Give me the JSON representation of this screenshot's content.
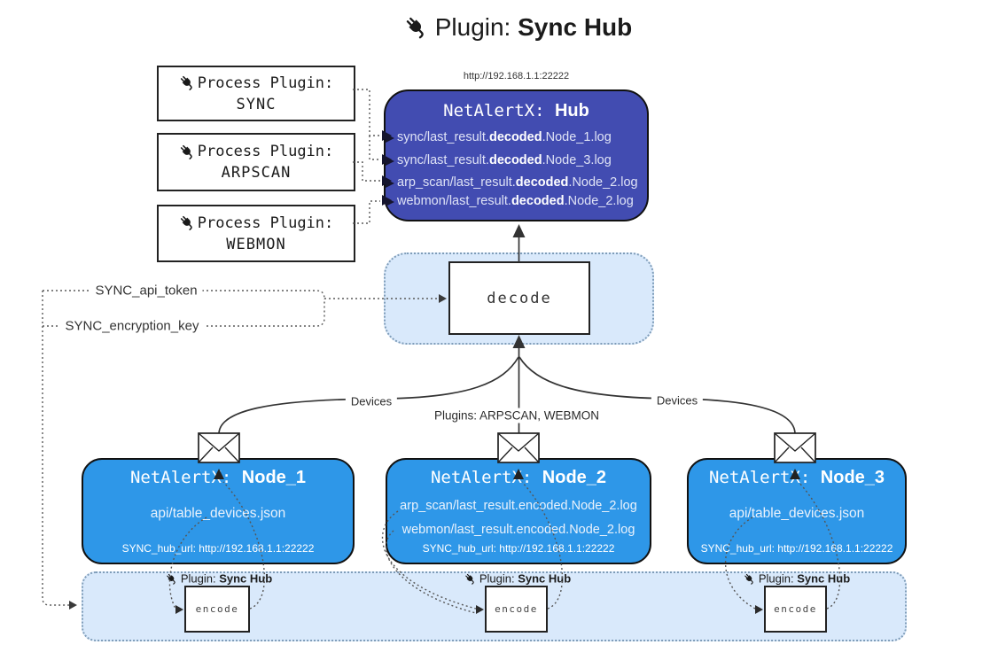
{
  "title": {
    "icon": "plug-icon",
    "prefix": "Plugin: ",
    "name": "Sync Hub"
  },
  "process_plugins": [
    {
      "label": "Process Plugin:",
      "name": "SYNC"
    },
    {
      "label": "Process Plugin:",
      "name": "ARPSCAN"
    },
    {
      "label": "Process Plugin:",
      "name": "WEBMON"
    }
  ],
  "hub": {
    "url": "http://192.168.1.1:22222",
    "prefix": "NetAlertX: ",
    "name": "Hub",
    "logs": [
      {
        "pre": "sync/last_result.",
        "bold": "decoded",
        "post": ".Node_1.log"
      },
      {
        "pre": "sync/last_result.",
        "bold": "decoded",
        "post": ".Node_3.log"
      },
      {
        "pre": "arp_scan/last_result.",
        "bold": "decoded",
        "post": ".Node_2.log"
      },
      {
        "pre": "webmon/last_result.",
        "bold": "decoded",
        "post": ".Node_2.log"
      }
    ]
  },
  "decode": {
    "label": "decode"
  },
  "tokens": {
    "api_token": "SYNC_api_token",
    "encryption_key": "SYNC_encryption_key"
  },
  "edge_labels": {
    "devices_left": "Devices",
    "plugins": "Plugins: ARPSCAN, WEBMON",
    "devices_right": "Devices"
  },
  "nodes": [
    {
      "prefix": "NetAlertX: ",
      "name": "Node_1",
      "files": [
        "api/table_devices.json"
      ],
      "hub_url": "SYNC_hub_url: http://192.168.1.1:22222"
    },
    {
      "prefix": "NetAlertX: ",
      "name": "Node_2",
      "files": [
        "arp_scan/last_result.encoded.Node_2.log",
        "webmon/last_result.encoded.Node_2.log"
      ],
      "hub_url": "SYNC_hub_url: http://192.168.1.1:22222"
    },
    {
      "prefix": "NetAlertX: ",
      "name": "Node_3",
      "files": [
        "api/table_devices.json"
      ],
      "hub_url": "SYNC_hub_url: http://192.168.1.1:22222"
    }
  ],
  "encoders": {
    "plugin_prefix": "Plugin: ",
    "plugin_name": "Sync Hub",
    "encode_label": "encode"
  },
  "colors": {
    "hub-fill": "#424cb1",
    "node-fill": "#2e97e8",
    "panel-fill": "#d9e9fb",
    "panel-border": "#7f9db9"
  }
}
